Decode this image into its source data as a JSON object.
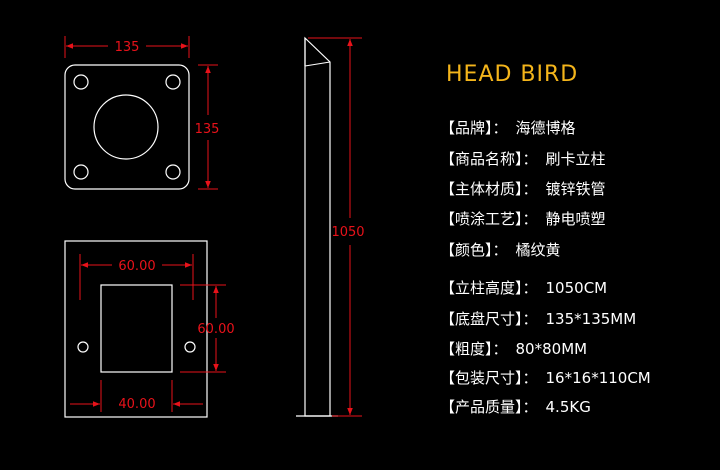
{
  "brand_title": "HEAD BIRD",
  "drawing": {
    "top_plate_width": "135",
    "top_plate_height": "135",
    "base_width": "60.00",
    "base_height": "60.00",
    "bottom_width": "40.00",
    "post_height": "1050"
  },
  "specs": [
    {
      "label": "【品牌】：",
      "value": "海德博格"
    },
    {
      "label": "【商品名称】：",
      "value": "刷卡立柱"
    },
    {
      "label": "【主体材质】：",
      "value": "镀锌铁管"
    },
    {
      "label": "【喷涂工艺】：",
      "value": "静电喷塑"
    },
    {
      "label": "【颜色】：",
      "value": "橘纹黄"
    },
    {
      "label": "【立柱高度】：",
      "value": "1050CM"
    },
    {
      "label": "【底盘尺寸】：",
      "value": "135*135MM"
    },
    {
      "label": "【粗度】：",
      "value": "80*80MM"
    },
    {
      "label": "【包装尺寸】：",
      "value": "16*16*110CM"
    },
    {
      "label": "【产品质量】：",
      "value": "4.5KG"
    }
  ],
  "colors": {
    "background": "#000000",
    "line": "#ffffff",
    "dimension": "#e8121a",
    "brand": "#f4b51b"
  }
}
